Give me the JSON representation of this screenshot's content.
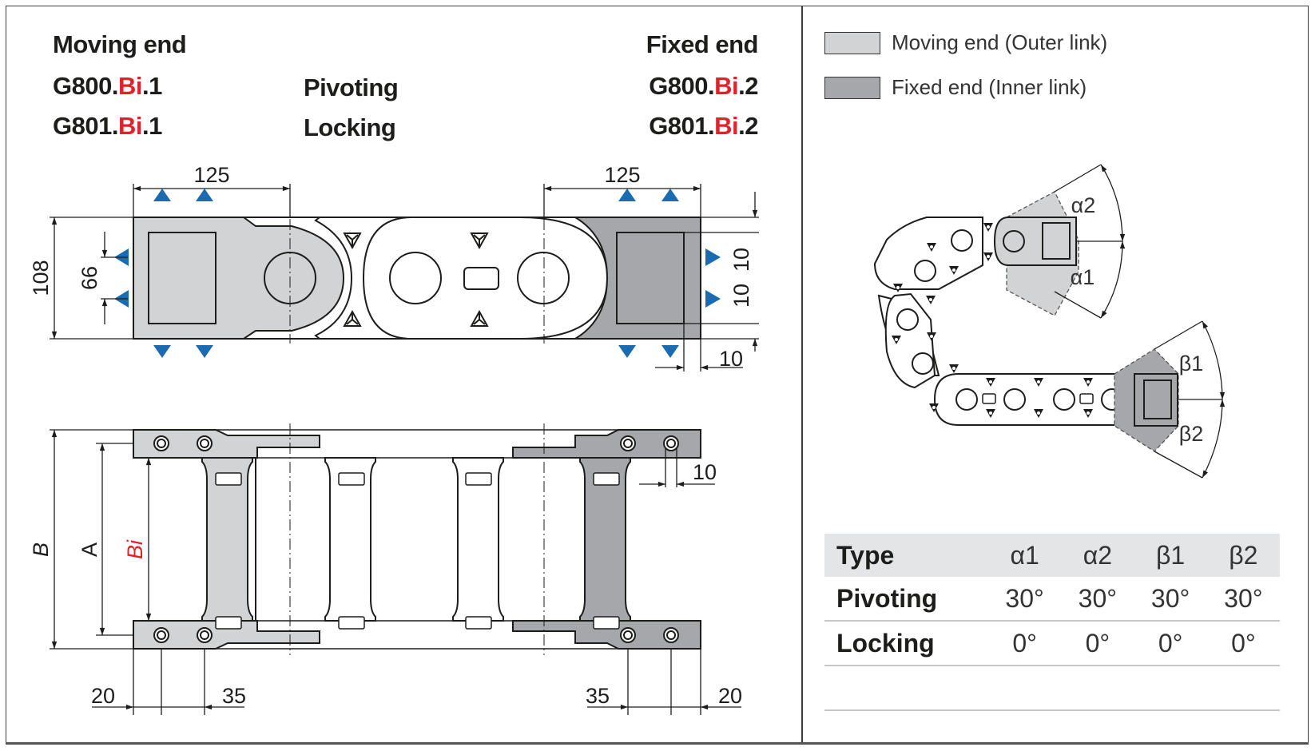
{
  "header": {
    "moving_end": {
      "title": "Moving end",
      "codes": [
        {
          "prefix": "G800.",
          "mid": "Bi",
          "suffix": ".1"
        },
        {
          "prefix": "G801.",
          "mid": "Bi",
          "suffix": ".1"
        }
      ]
    },
    "types": [
      "Pivoting",
      "Locking"
    ],
    "fixed_end": {
      "title": "Fixed end",
      "codes": [
        {
          "prefix": "G800.",
          "mid": "Bi",
          "suffix": ".2"
        },
        {
          "prefix": "G801.",
          "mid": "Bi",
          "suffix": ".2"
        }
      ]
    }
  },
  "colors": {
    "moving_end": "#d2d3d5",
    "fixed_end": "#a5a7aa",
    "arrow": "#1a6bb0",
    "accent_red": "#e0222a",
    "line": "#1d1d1b"
  },
  "legend": [
    {
      "label": "Moving end (Outer link)",
      "color": "#d2d3d5"
    },
    {
      "label": "Fixed end (Inner link)",
      "color": "#a5a7aa"
    }
  ],
  "top_view": {
    "dims": {
      "left_width": "125",
      "right_width": "125",
      "height": "108",
      "hole_spacing": "66",
      "right_offset_1": "10",
      "right_offset_2": "10",
      "bottom_offset": "10"
    }
  },
  "side_view": {
    "labels": {
      "B": "B",
      "A": "A",
      "Bi": "Bi"
    },
    "dims": {
      "hole_dia": "10",
      "left_edge": "20",
      "left_pitch": "35",
      "right_pitch": "35",
      "right_edge": "20"
    }
  },
  "angle_diagram": {
    "labels": [
      "α2",
      "α1",
      "β1",
      "β2"
    ]
  },
  "angles_table": {
    "headers": [
      "Type",
      "α1",
      "α2",
      "β1",
      "β2"
    ],
    "rows": [
      {
        "type": "Pivoting",
        "values": [
          "30°",
          "30°",
          "30°",
          "30°"
        ]
      },
      {
        "type": "Locking",
        "values": [
          "0°",
          "0°",
          "0°",
          "0°"
        ]
      }
    ]
  }
}
